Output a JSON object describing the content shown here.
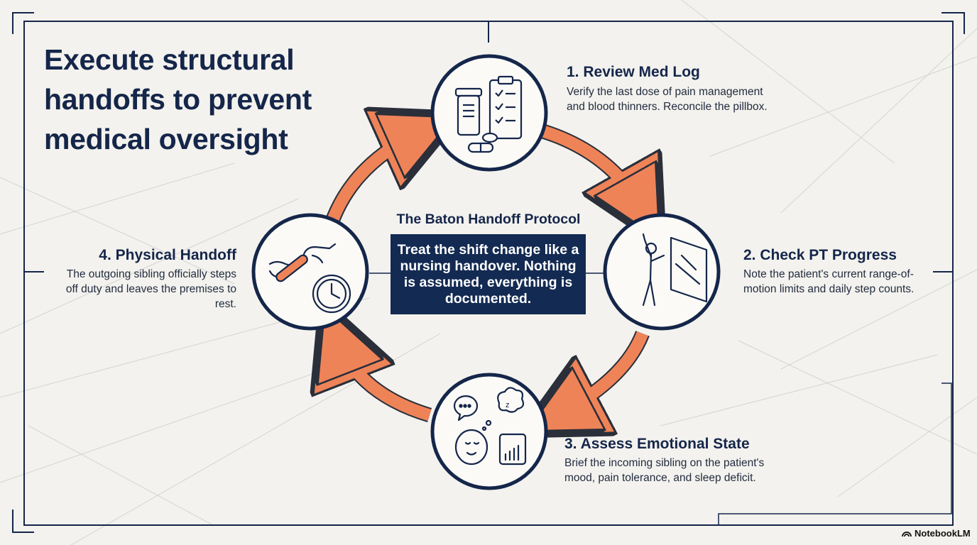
{
  "title": "Execute structural handoffs to prevent medical oversight",
  "center": {
    "heading": "The Baton Handoff Protocol",
    "text": "Treat the shift change like a nursing handover. Nothing is assumed, everything is documented."
  },
  "steps": [
    {
      "title": "1. Review Med Log",
      "description": "Verify the last dose of pain management and blood thinners. Reconcile the pillbox.",
      "icon": "pill-bottle-clipboard-icon"
    },
    {
      "title": "2. Check PT Progress",
      "description": "Note the patient's current range-of-motion limits and daily step counts.",
      "icon": "stretching-person-icon"
    },
    {
      "title": "3. Assess Emotional State",
      "description": "Brief the incoming sibling on the patient's mood, pain tolerance, and sleep deficit.",
      "icon": "mood-sleep-icon"
    },
    {
      "title": "4. Physical Handoff",
      "description": "The outgoing sibling officially steps off duty and leaves the premises to rest.",
      "icon": "baton-clock-icon"
    }
  ],
  "colors": {
    "navy": "#15264a",
    "arrow": "#ef8358",
    "background": "#f3f2ee"
  },
  "brand": "NotebookLM"
}
